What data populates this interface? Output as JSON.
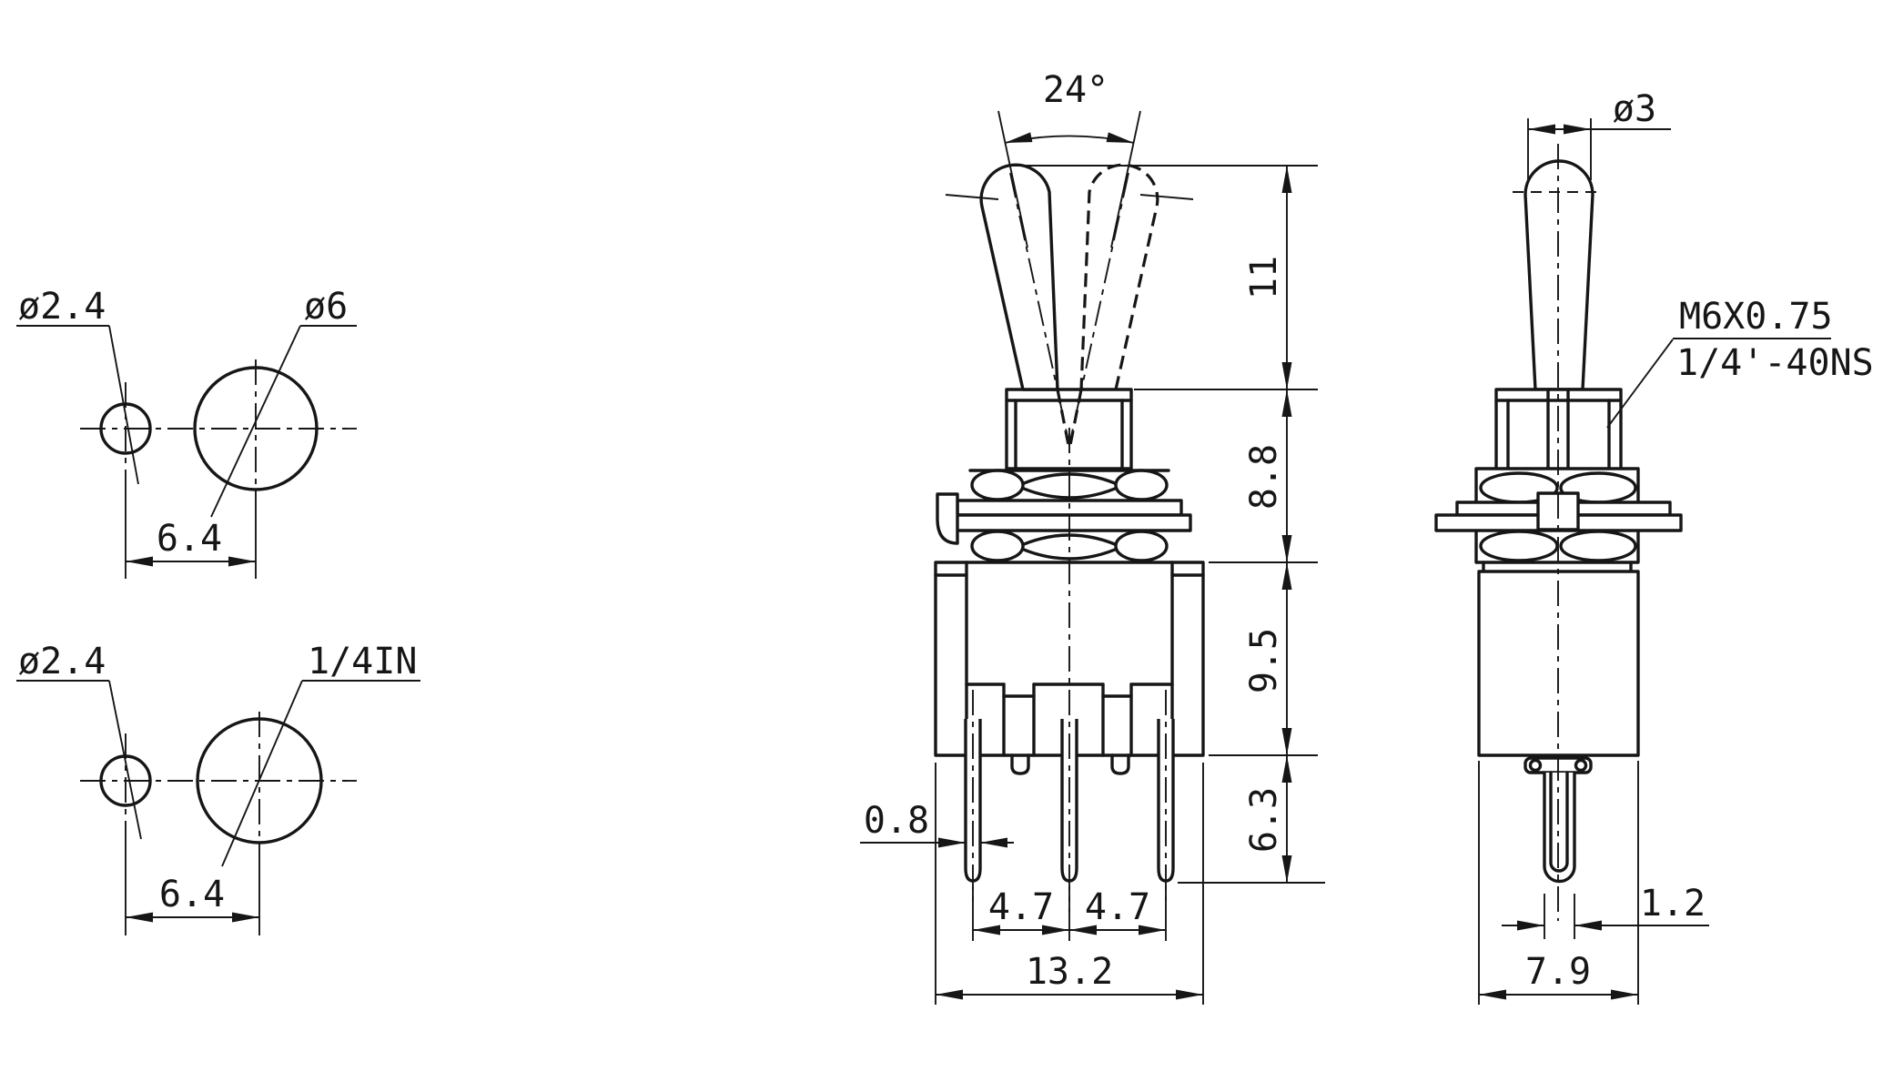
{
  "title": "Toggle switch dimensional drawing",
  "colors": {
    "background": "#ffffff",
    "ink": "#161616"
  },
  "panel_top": {
    "hole_small": "ø2.4",
    "hole_large": "ø6",
    "spacing": "6.4"
  },
  "panel_bottom": {
    "hole_small": "ø2.4",
    "hole_large": "1/4IN",
    "spacing": "6.4"
  },
  "front_view": {
    "throw_angle": "24°",
    "actuator_height": "11",
    "bushing_height": "8.8",
    "body_height": "9.5",
    "terminal_length": "6.3",
    "terminal_thickness": "0.8",
    "terminal_pitch_1": "4.7",
    "terminal_pitch_2": "4.7",
    "body_width": "13.2"
  },
  "side_view": {
    "actuator_dia": "ø3",
    "thread_line1": "M6X0.75",
    "thread_line2": "1/4'-40NS",
    "terminal_width": "1.2",
    "body_depth": "7.9"
  }
}
